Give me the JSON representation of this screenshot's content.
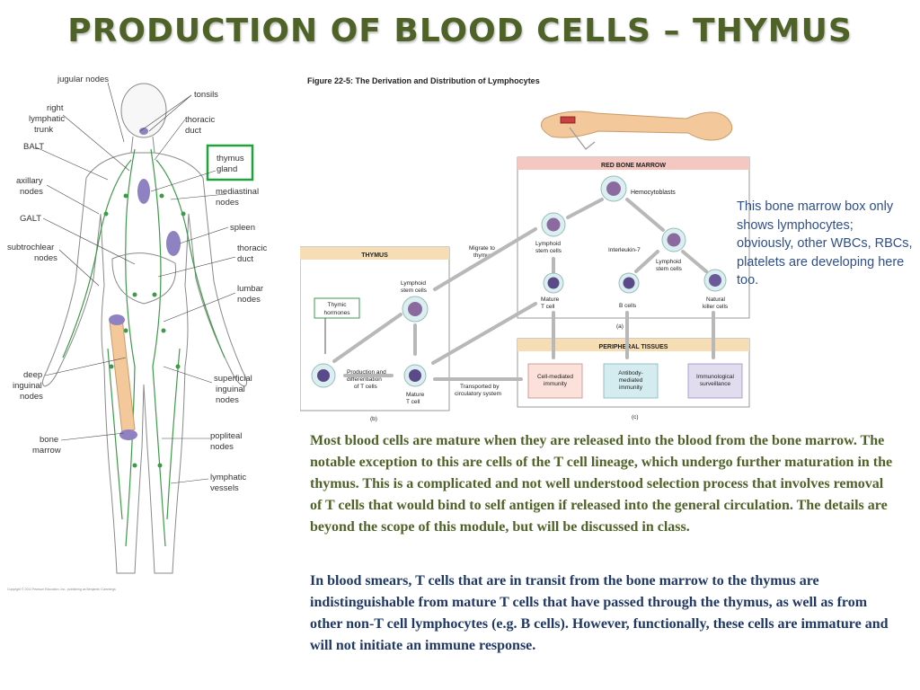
{
  "title": "PRODUCTION OF BLOOD CELLS – THYMUS",
  "anatomy": {
    "labels": {
      "jugular": "jugular nodes",
      "tonsils": "tonsils",
      "right1": "right",
      "right2": "lymphatic",
      "right3": "trunk",
      "thoracic1": "thoracic",
      "thoracic2": "duct",
      "balt": "BALT",
      "thymus1": "thymus",
      "thymus2": "gland",
      "axillary1": "axillary",
      "axillary2": "nodes",
      "mediastinal1": "mediastinal",
      "mediastinal2": "nodes",
      "galt": "GALT",
      "spleen": "spleen",
      "subtrochlear1": "subtrochlear",
      "subtrochlear2": "nodes",
      "thoracicb1": "thoracic",
      "thoracicb2": "duct",
      "lumbar1": "lumbar",
      "lumbar2": "nodes",
      "deep1": "deep",
      "deep2": "inguinal",
      "deep3": "nodes",
      "superficial1": "superficial",
      "superficial2": "inguinal",
      "superficial3": "nodes",
      "bone1": "bone",
      "bone2": "marrow",
      "popliteal1": "popliteal",
      "popliteal2": "nodes",
      "lymphatic1": "lymphatic",
      "lymphatic2": "vessels"
    },
    "copyright": "Copyright © 2011 Pearson Education, Inc., publishing as Benjamin Cummings"
  },
  "figure": {
    "caption": "Figure 22-5: The Derivation and Distribution of Lymphocytes",
    "red_bone_marrow": "RED BONE MARROW",
    "hemocytoblasts": "Hemocytoblasts",
    "lymphoid1": "Lymphoid",
    "lymphoid2": "stem cells",
    "interleukin": "Interleukin-7",
    "lymphoid_b1": "Lymphoid",
    "lymphoid_b2": "stem cells",
    "migrate1": "Migrate to",
    "migrate2": "thymus",
    "thymus_header": "THYMUS",
    "thymus_lymphoid1": "Lymphoid",
    "thymus_lymphoid2": "stem cells",
    "thymic1": "Thymic",
    "thymic2": "hormones",
    "mature1": "Mature",
    "mature2": "T cell",
    "bcells": "B cells",
    "nk1": "Natural",
    "nk2": "killer cells",
    "panel_a": "(a)",
    "peripheral": "PERIPHERAL      TISSUES",
    "prod1": "Production and",
    "prod2": "differentiation",
    "prod3": "of T cells",
    "thymus_mature1": "Mature",
    "thymus_mature2": "T cell",
    "transported1": "Transported by",
    "transported2": "circulatory system",
    "cellmed1": "Cell-mediated",
    "cellmed2": "immunity",
    "antibody1": "Antibody-",
    "antibody2": "mediated",
    "antibody3": "immunity",
    "immuno1": "Immunological",
    "immuno2": "surveillance",
    "panel_b": "(b)",
    "panel_c": "(c)"
  },
  "note": "This bone marrow box only shows lymphocytes; obviously, other WBCs, RBCs, platelets are developing here too.",
  "paragraphs": {
    "p1": "Most blood cells are mature when they are released into the blood from the bone marrow.  The notable exception to this are cells of the T cell lineage, which undergo further maturation in the thymus.  This is a complicated and not well understood selection process that involves removal of T cells that would bind to self antigen if released into the general circulation.  The details are beyond the scope of this module, but will be discussed in class.",
    "p2": "In blood smears, T cells that are in transit from the bone marrow to the thymus are indistinguishable from mature T cells that have passed through the thymus, as well as from other non-T cell lymphocytes (e.g. B cells).  However, functionally, these cells are immature and will not initiate an immune response."
  },
  "colors": {
    "title": "#4f6228",
    "note": "#2e4f8f",
    "para1": "#4f6228",
    "para2": "#1f3864",
    "thymus_highlight": "#1fa33a",
    "lymph_green": "#3e9a4a",
    "bone": "#f3c89a",
    "organ": "#8f82c2"
  }
}
